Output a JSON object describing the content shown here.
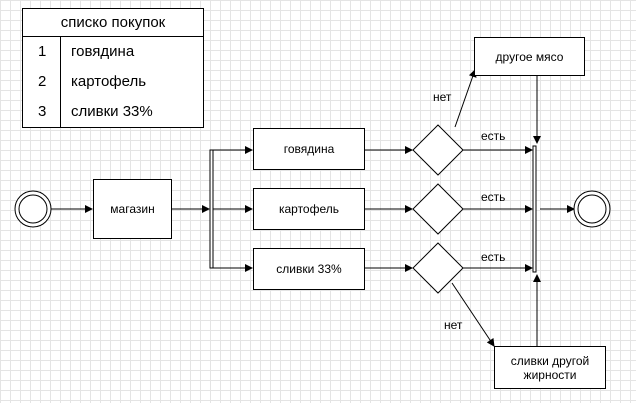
{
  "legend": {
    "title": "списко покупок",
    "items": [
      {
        "num": "1",
        "name": "говядина"
      },
      {
        "num": "2",
        "name": "картофель"
      },
      {
        "num": "3",
        "name": "сливки 33%"
      }
    ]
  },
  "nodes": {
    "shop": "магазин",
    "beef": "говядина",
    "potato": "картофель",
    "cream": "сливки 33%",
    "other_meat": "другое мясо",
    "other_cream": "сливки другой жирности"
  },
  "edge_labels": {
    "beef_yes": "есть",
    "beef_no": "нет",
    "potato_yes": "есть",
    "cream_yes": "есть",
    "cream_no": "нет"
  }
}
